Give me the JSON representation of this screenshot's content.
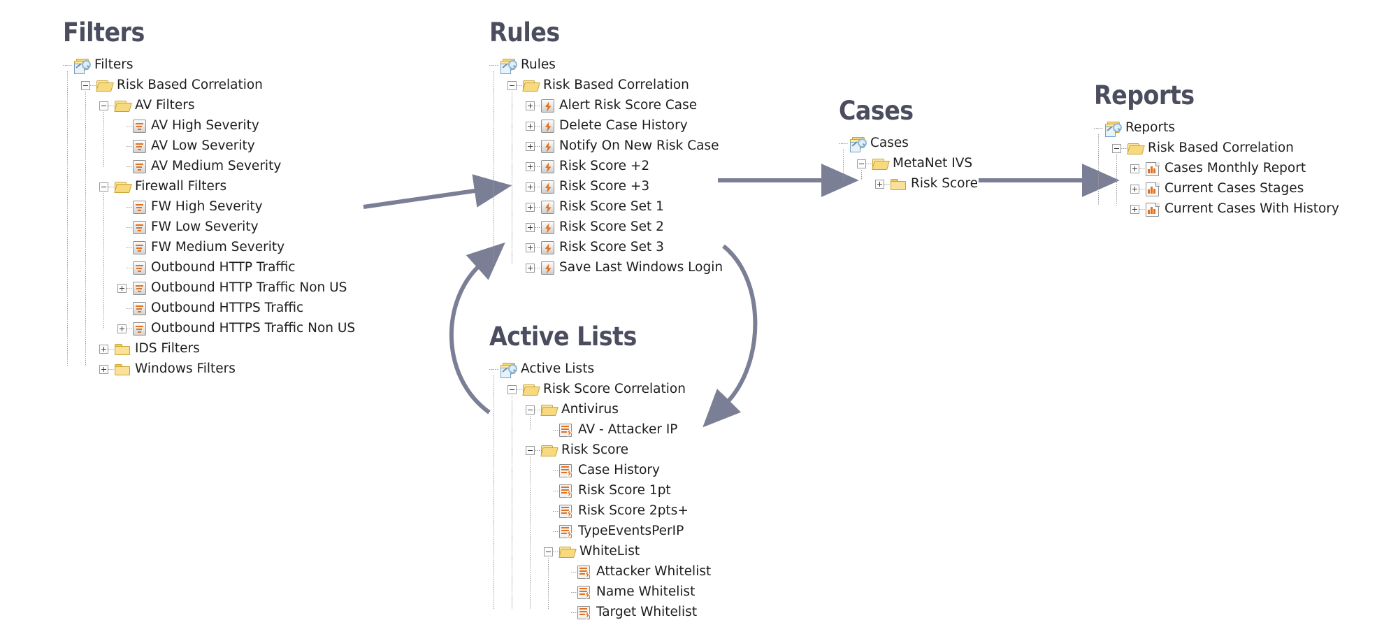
{
  "diagram": {
    "title_color": "#4b4d5e",
    "arrow_color": "#7b7f96",
    "accent_orange": "#e2701c",
    "folder_yellow": "#f7d97f"
  },
  "panels": {
    "filters": {
      "title": "Filters",
      "root": {
        "label": "Filters",
        "icon": "resource-group-icon"
      },
      "nodes": [
        {
          "label": "Risk Based Correlation",
          "icon": "folder-open-icon",
          "depth": 1,
          "expander": "minus"
        },
        {
          "label": "AV Filters",
          "icon": "folder-open-icon",
          "depth": 2,
          "expander": "minus"
        },
        {
          "label": "AV High Severity",
          "icon": "filter-icon",
          "depth": 3,
          "expander": "none"
        },
        {
          "label": "AV Low Severity",
          "icon": "filter-icon",
          "depth": 3,
          "expander": "none"
        },
        {
          "label": "AV Medium Severity",
          "icon": "filter-icon",
          "depth": 3,
          "expander": "none"
        },
        {
          "label": "Firewall Filters",
          "icon": "folder-open-icon",
          "depth": 2,
          "expander": "minus"
        },
        {
          "label": "FW High Severity",
          "icon": "filter-icon",
          "depth": 3,
          "expander": "none"
        },
        {
          "label": "FW Low Severity",
          "icon": "filter-icon",
          "depth": 3,
          "expander": "none"
        },
        {
          "label": "FW Medium Severity",
          "icon": "filter-icon",
          "depth": 3,
          "expander": "none"
        },
        {
          "label": "Outbound HTTP Traffic",
          "icon": "filter-icon",
          "depth": 3,
          "expander": "none"
        },
        {
          "label": "Outbound HTTP Traffic Non US",
          "icon": "filter-icon",
          "depth": 3,
          "expander": "plus"
        },
        {
          "label": "Outbound HTTPS Traffic",
          "icon": "filter-icon",
          "depth": 3,
          "expander": "none"
        },
        {
          "label": "Outbound HTTPS Traffic Non US",
          "icon": "filter-icon",
          "depth": 3,
          "expander": "plus"
        },
        {
          "label": "IDS Filters",
          "icon": "folder-icon",
          "depth": 2,
          "expander": "plus"
        },
        {
          "label": "Windows Filters",
          "icon": "folder-icon",
          "depth": 2,
          "expander": "plus"
        }
      ]
    },
    "rules": {
      "title": "Rules",
      "root": {
        "label": "Rules",
        "icon": "resource-group-icon"
      },
      "nodes": [
        {
          "label": "Risk Based Correlation",
          "icon": "folder-open-icon",
          "depth": 1,
          "expander": "minus"
        },
        {
          "label": "Alert Risk Score Case",
          "icon": "rule-icon",
          "depth": 2,
          "expander": "plus"
        },
        {
          "label": "Delete Case History",
          "icon": "rule-icon",
          "depth": 2,
          "expander": "plus"
        },
        {
          "label": "Notify On New Risk Case",
          "icon": "rule-icon",
          "depth": 2,
          "expander": "plus"
        },
        {
          "label": "Risk Score +2",
          "icon": "rule-icon",
          "depth": 2,
          "expander": "plus"
        },
        {
          "label": "Risk Score +3",
          "icon": "rule-icon",
          "depth": 2,
          "expander": "plus"
        },
        {
          "label": "Risk Score Set 1",
          "icon": "rule-icon",
          "depth": 2,
          "expander": "plus"
        },
        {
          "label": "Risk Score Set 2",
          "icon": "rule-icon",
          "depth": 2,
          "expander": "plus"
        },
        {
          "label": "Risk Score Set 3",
          "icon": "rule-icon",
          "depth": 2,
          "expander": "plus"
        },
        {
          "label": "Save Last Windows Login",
          "icon": "rule-icon",
          "depth": 2,
          "expander": "plus"
        }
      ]
    },
    "cases": {
      "title": "Cases",
      "root": {
        "label": "Cases",
        "icon": "resource-group-icon"
      },
      "nodes": [
        {
          "label": "MetaNet IVS",
          "icon": "folder-open-icon",
          "depth": 1,
          "expander": "minus"
        },
        {
          "label": "Risk Score",
          "icon": "folder-icon",
          "depth": 2,
          "expander": "plus"
        }
      ]
    },
    "reports": {
      "title": "Reports",
      "root": {
        "label": "Reports",
        "icon": "resource-group-icon"
      },
      "nodes": [
        {
          "label": "Risk Based Correlation",
          "icon": "folder-open-icon",
          "depth": 1,
          "expander": "minus"
        },
        {
          "label": "Cases Monthly Report",
          "icon": "report-icon",
          "depth": 2,
          "expander": "plus"
        },
        {
          "label": "Current Cases Stages",
          "icon": "report-icon",
          "depth": 2,
          "expander": "plus"
        },
        {
          "label": "Current Cases With History",
          "icon": "report-icon",
          "depth": 2,
          "expander": "plus"
        }
      ]
    },
    "active_lists": {
      "title": "Active Lists",
      "root": {
        "label": "Active Lists",
        "icon": "resource-group-icon"
      },
      "nodes": [
        {
          "label": "Risk Score Correlation",
          "icon": "folder-open-icon",
          "depth": 1,
          "expander": "minus"
        },
        {
          "label": "Antivirus",
          "icon": "folder-open-icon",
          "depth": 2,
          "expander": "minus"
        },
        {
          "label": "AV - Attacker IP",
          "icon": "active-list-icon",
          "depth": 3,
          "expander": "none"
        },
        {
          "label": "Risk Score",
          "icon": "folder-open-icon",
          "depth": 2,
          "expander": "minus"
        },
        {
          "label": "Case History",
          "icon": "active-list-icon",
          "depth": 3,
          "expander": "none"
        },
        {
          "label": "Risk Score 1pt",
          "icon": "active-list-icon",
          "depth": 3,
          "expander": "none"
        },
        {
          "label": "Risk Score 2pts+",
          "icon": "active-list-icon",
          "depth": 3,
          "expander": "none"
        },
        {
          "label": "TypeEventsPerIP",
          "icon": "active-list-icon",
          "depth": 3,
          "expander": "none"
        },
        {
          "label": "WhiteList",
          "icon": "folder-open-icon",
          "depth": 3,
          "expander": "minus"
        },
        {
          "label": "Attacker Whitelist",
          "icon": "active-list-icon",
          "depth": 4,
          "expander": "none"
        },
        {
          "label": "Name Whitelist",
          "icon": "active-list-icon",
          "depth": 4,
          "expander": "none"
        },
        {
          "label": "Target Whitelist",
          "icon": "active-list-icon",
          "depth": 4,
          "expander": "none"
        }
      ]
    }
  },
  "arrows": [
    {
      "name": "filters-to-rules",
      "from": "Filters",
      "to": "Rules"
    },
    {
      "name": "rules-to-cases",
      "from": "Rules",
      "to": "Cases"
    },
    {
      "name": "cases-to-reports",
      "from": "Cases",
      "to": "Reports"
    },
    {
      "name": "rules-to-active-lists",
      "from": "Rules",
      "to": "Active Lists"
    },
    {
      "name": "active-lists-to-rules",
      "from": "Active Lists",
      "to": "Rules"
    }
  ]
}
